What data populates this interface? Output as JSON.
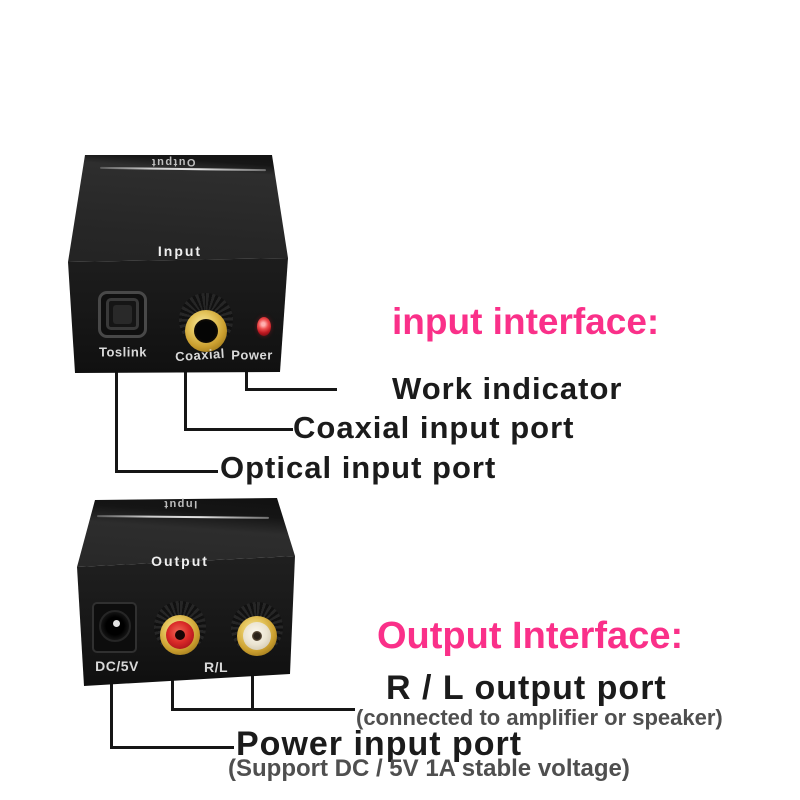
{
  "colors": {
    "background": "#ffffff",
    "heading_pink": "#fa3089",
    "label_black": "#1b1b1b",
    "note_gray": "#4f4f4f",
    "device_black": "#1d1d1d",
    "rca_gold": "#cb9f2f",
    "rca_red": "#da2a28",
    "rca_white": "#ebe4d1",
    "led_red": "#bd1720"
  },
  "top_device": {
    "edge_label": "Output",
    "face_label": "Input",
    "ports": {
      "toslink": "Toslink",
      "coaxial": "Coaxial",
      "power": "Power"
    }
  },
  "bottom_device": {
    "edge_label": "Input",
    "face_label": "Output",
    "ports": {
      "dc": "DC/5V",
      "rl": "R/L"
    }
  },
  "annotations": {
    "input_heading": "input interface:",
    "work_indicator": "Work indicator",
    "coaxial_input": "Coaxial input port",
    "optical_input": "Optical input port",
    "output_heading": "Output Interface:",
    "rl_output": "R / L output port",
    "rl_note": "(connected to amplifier or speaker)",
    "power_input": "Power input port",
    "power_note": "(Support DC / 5V 1A stable voltage)"
  }
}
